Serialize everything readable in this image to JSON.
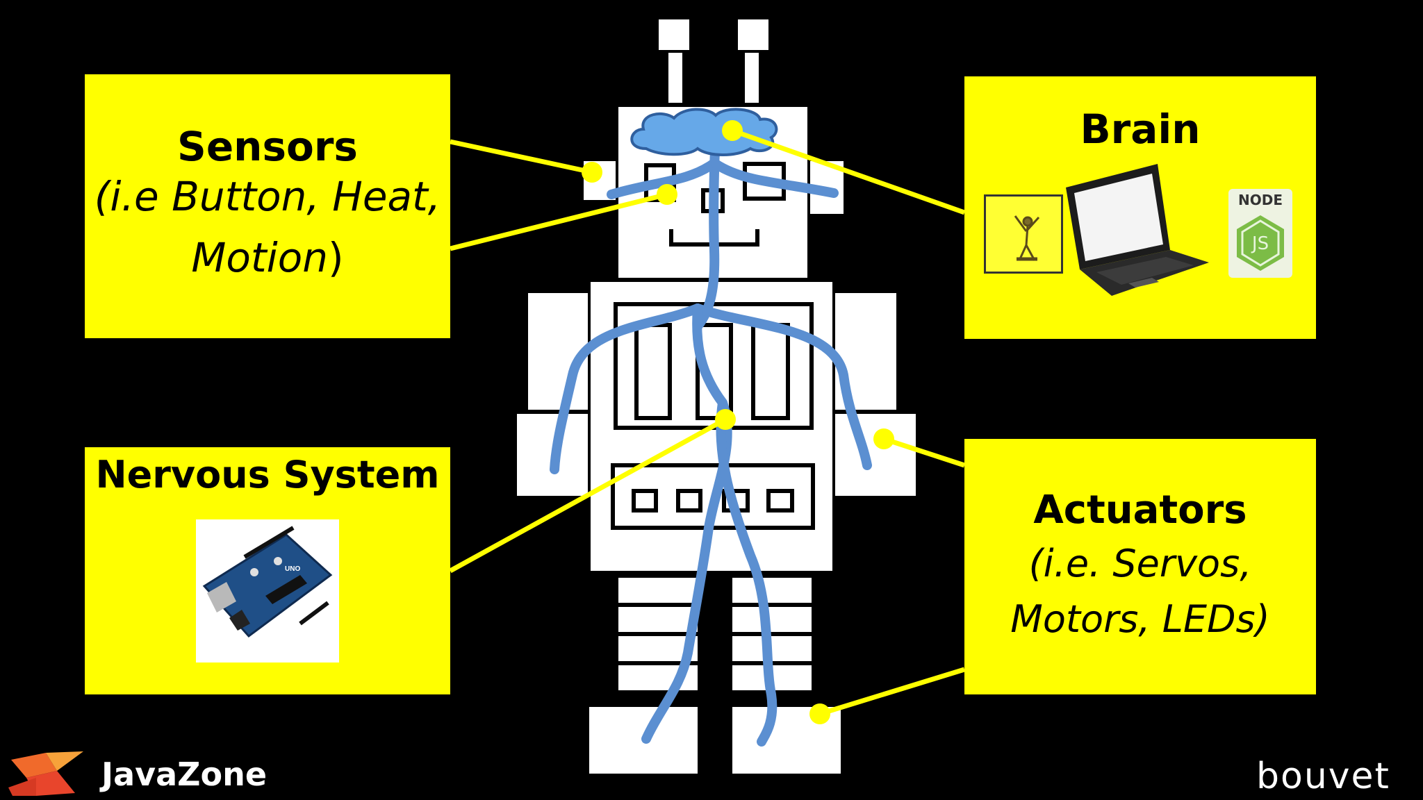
{
  "panels": {
    "sensors": {
      "title": "Sensors",
      "sub1": "(i.e Button, Heat,",
      "sub2": "Motion",
      "sub2_close": ")"
    },
    "brain": {
      "title": "Brain",
      "node_badge": "NODE",
      "js_badge": "JS"
    },
    "nervous": {
      "title": "Nervous System",
      "board_label": "UNO"
    },
    "actuators": {
      "title": "Actuators",
      "sub1": "(i.e. Servos,",
      "sub2": "Motors, LEDs)"
    }
  },
  "branding": {
    "event": "JavaZone",
    "company": "bouvet"
  },
  "colors": {
    "panel": "#ffff00",
    "background": "#000000",
    "nerve": "#5b8fd1",
    "robot": "#ffffff"
  }
}
